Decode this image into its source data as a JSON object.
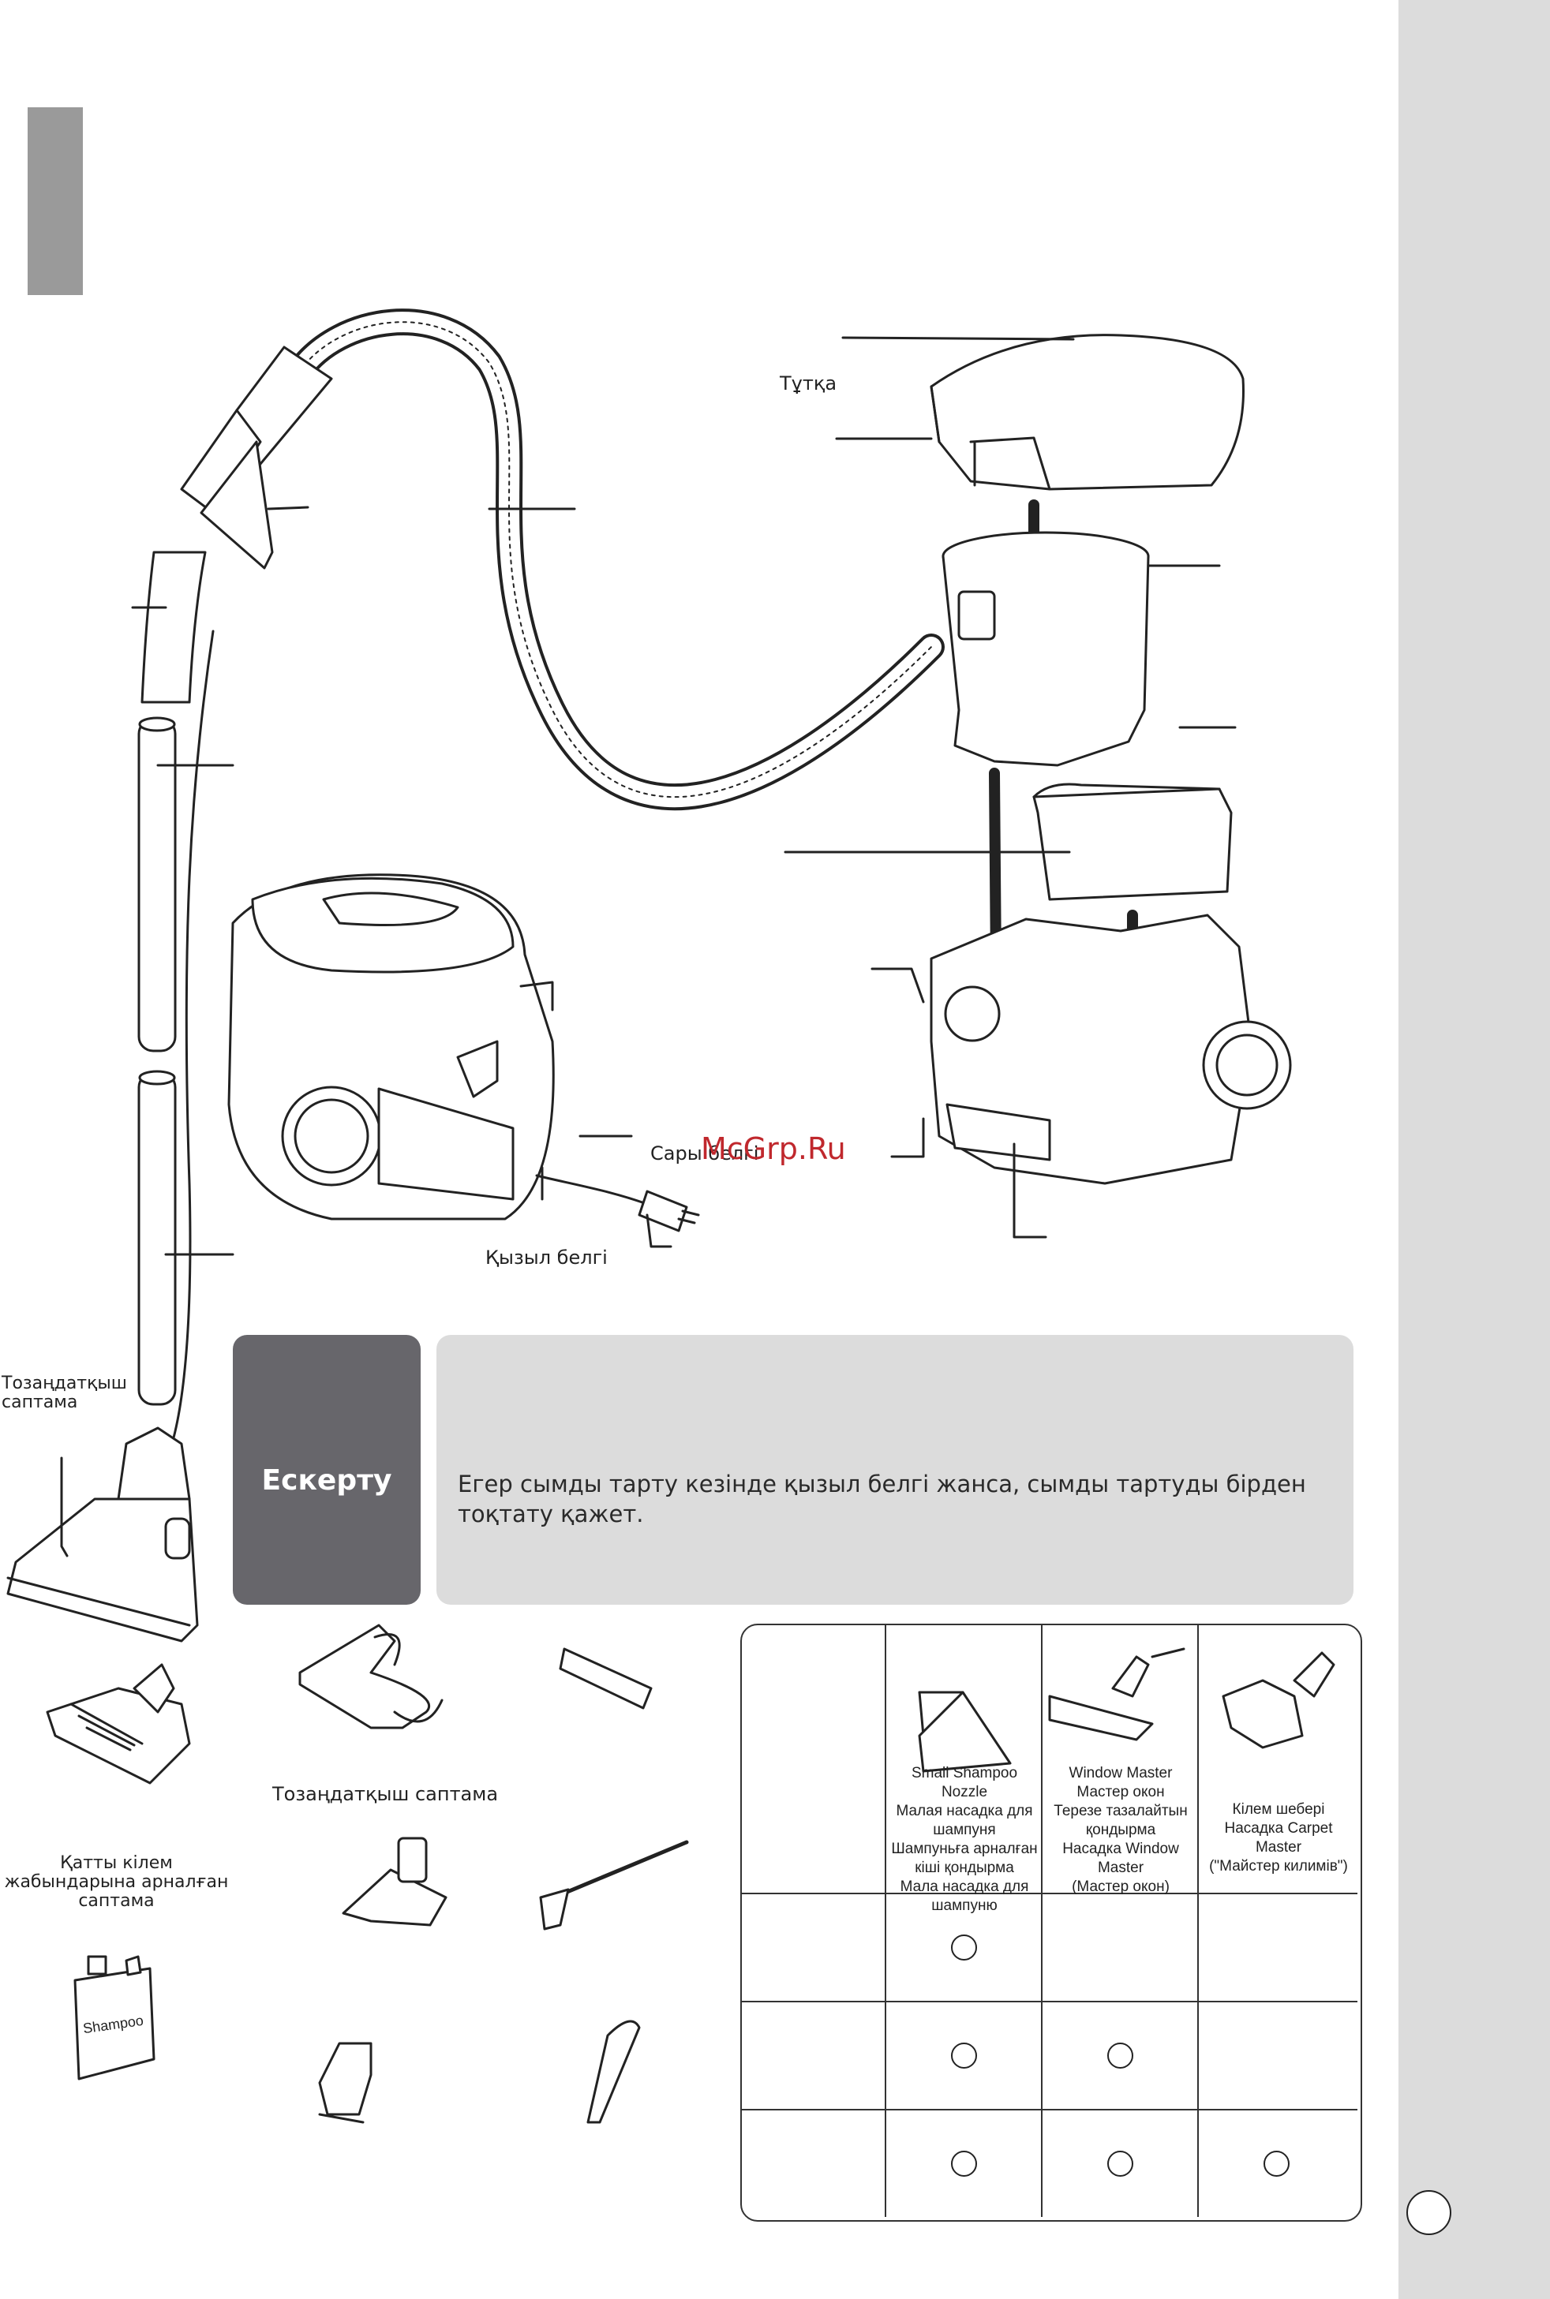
{
  "labels": {
    "handle": "Тұтқа",
    "yellow_mark": "Сары белгі",
    "red_mark": "Қызыл белгі",
    "floor_nozzle": "Тозаңдатқыш саптама",
    "spray_nozzle": "Тозаңдатқыш саптама",
    "carpet_nozzle": "Қатты кілем жабындарына арналған саптама"
  },
  "watermark": "McGrp.Ru",
  "note": {
    "title": "Ескерту",
    "text": "Егер сымды тарту кезінде қызыл белгі жанса, сымды тартуды бірден тоқтату қажет."
  },
  "shampoo_label": "Shampoo",
  "table": {
    "columns": [
      {
        "label": "Small Shampoo Nozzle\nМалая насадка для шампуня\nШампуньға арналған\nкіші қондырма\nМала насадка для шампуню"
      },
      {
        "label": "Window Master\nМастер окон\nТерезе тазалайтын\nқондырма\nНасадка Window Master\n(Мастер окон)"
      },
      {
        "label": "Кілем шебері\nНасадка Carpet Master\n(\"Майстер килимів\")"
      }
    ],
    "rows": [
      {
        "marks": [
          true,
          false,
          false
        ]
      },
      {
        "marks": [
          true,
          true,
          false
        ]
      },
      {
        "marks": [
          true,
          true,
          true
        ]
      }
    ]
  }
}
